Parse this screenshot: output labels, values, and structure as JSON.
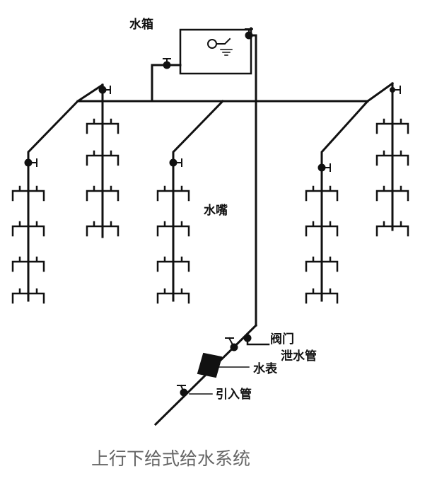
{
  "labels": {
    "tank": "水箱",
    "faucet": "水嘴",
    "valve": "阀门",
    "drain_pipe": "泄水管",
    "water_meter": "水表",
    "inlet_pipe": "引入管"
  },
  "caption": "上行下给式给水系统",
  "colors": {
    "line": "#111111",
    "background": "#ffffff",
    "caption": "#666666"
  }
}
